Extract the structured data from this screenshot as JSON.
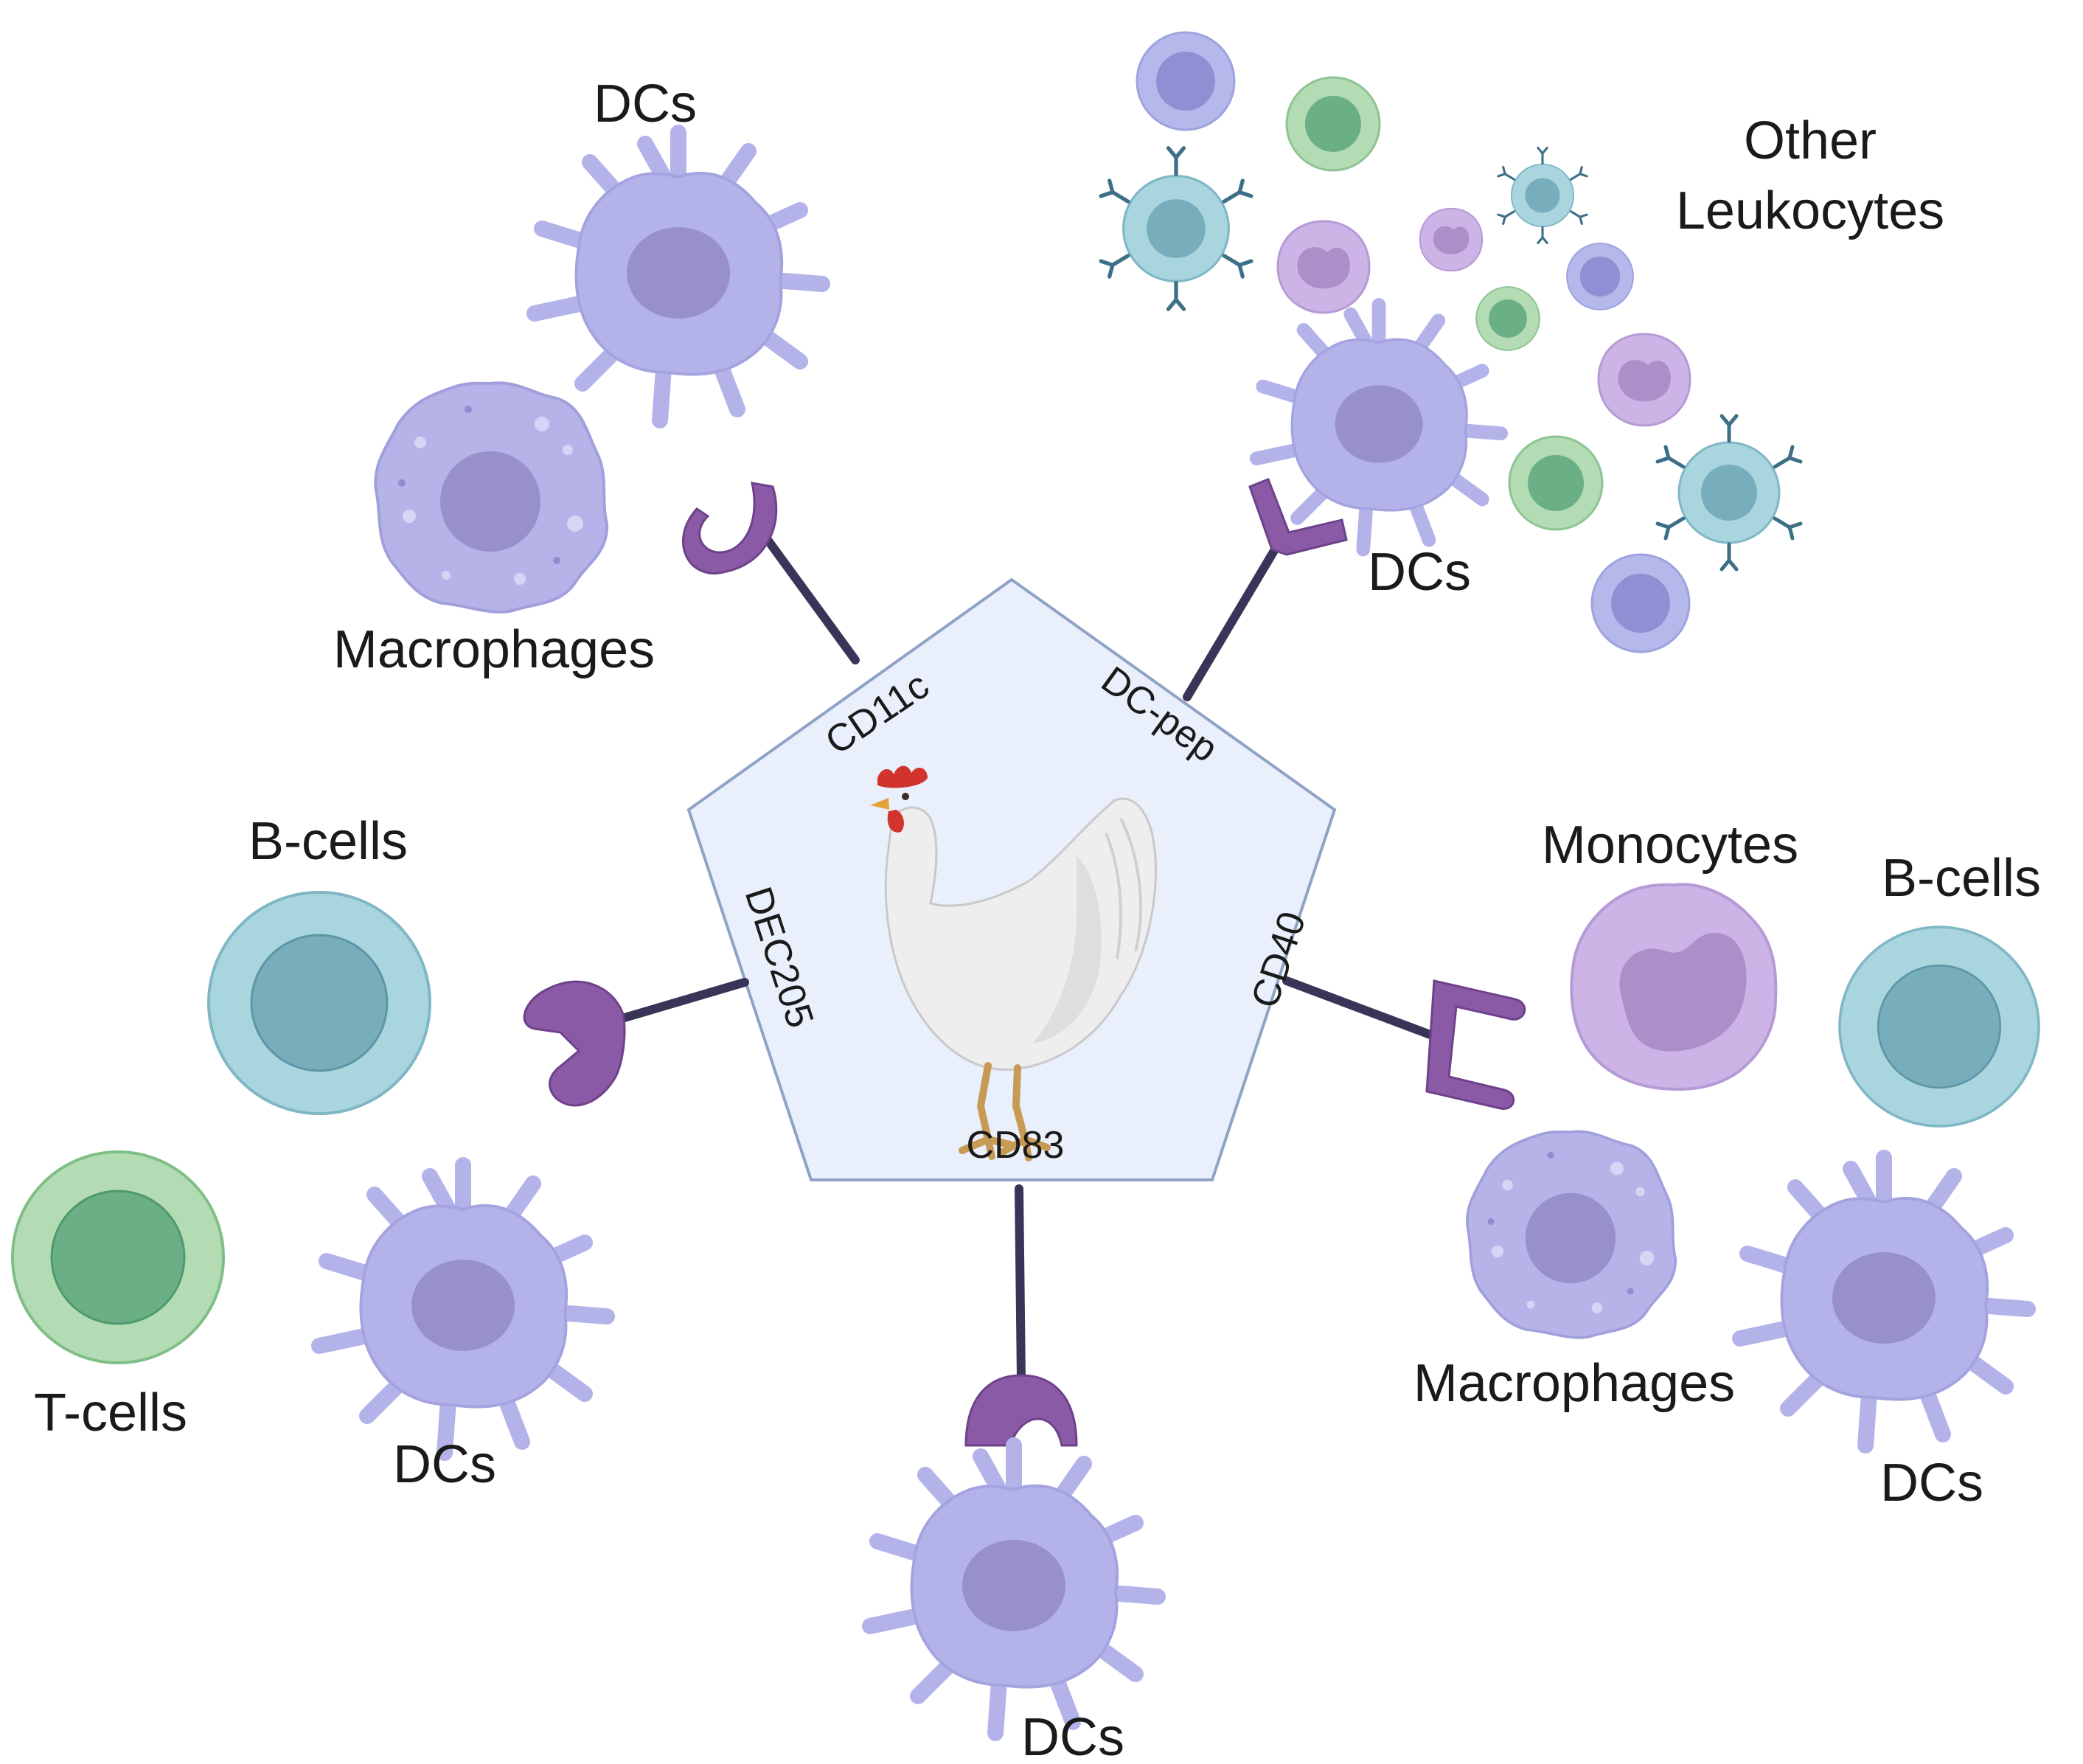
{
  "receptors": {
    "cd11c": "CD11c",
    "dcpep": "DC-pep",
    "cd40": "CD40",
    "cd83": "CD83",
    "dec205": "DEC205"
  },
  "labels": {
    "dcs": "DCs",
    "macrophages": "Macrophages",
    "other_leukocytes_line1": "Other",
    "other_leukocytes_line2": "Leukocytes",
    "monocytes": "Monocytes",
    "bcells": "B-cells",
    "tcells": "T-cells"
  },
  "colors": {
    "dc_cell": "#b3b3ea",
    "dc_nucleus": "#9790c9",
    "macrophage": "#b5b3e8",
    "bcell": "#a9d6de",
    "bcell_nucleus": "#78adbb",
    "tcell": "#b4dcb4",
    "tcell_nucleus": "#6aaf85",
    "monocyte": "#ccb4e6",
    "monocyte_nucleus": "#ad8ec9",
    "receptor": "#8a5aa6",
    "stalk": "#3a3458",
    "pentagon_fill": "#eaf0fb",
    "pentagon_stroke": "#8fa3c6"
  }
}
